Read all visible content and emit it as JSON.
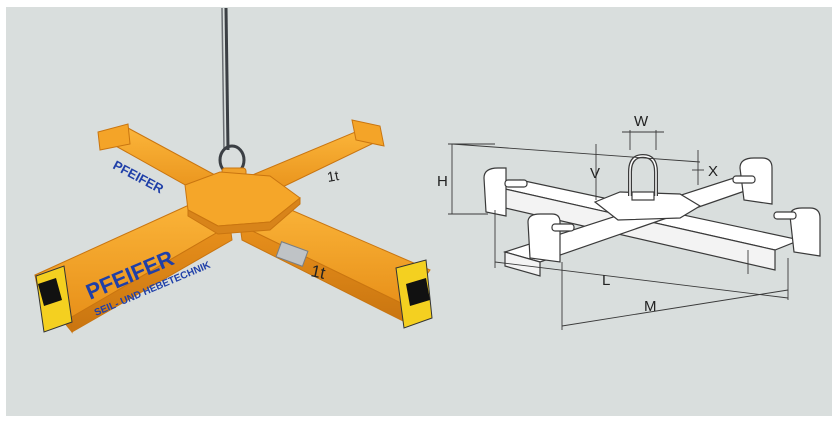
{
  "photo": {
    "brand": "PFEIFER",
    "tagline": "SEIL- UND HEBETECHNIK",
    "capacity_mark": "1t"
  },
  "drawing": {
    "dim_H": "H",
    "dim_V": "V",
    "dim_W": "W",
    "dim_X": "X",
    "dim_L": "L",
    "dim_M": "M"
  },
  "colors": {
    "panel_background": "#d9dedd",
    "beam_orange": "#f7a623",
    "brand_blue": "#1f3fa8",
    "line_dark": "#3a3a3a"
  },
  "icons": [
    "chain-icon",
    "lifting-hook-icon",
    "shackle-icon"
  ]
}
